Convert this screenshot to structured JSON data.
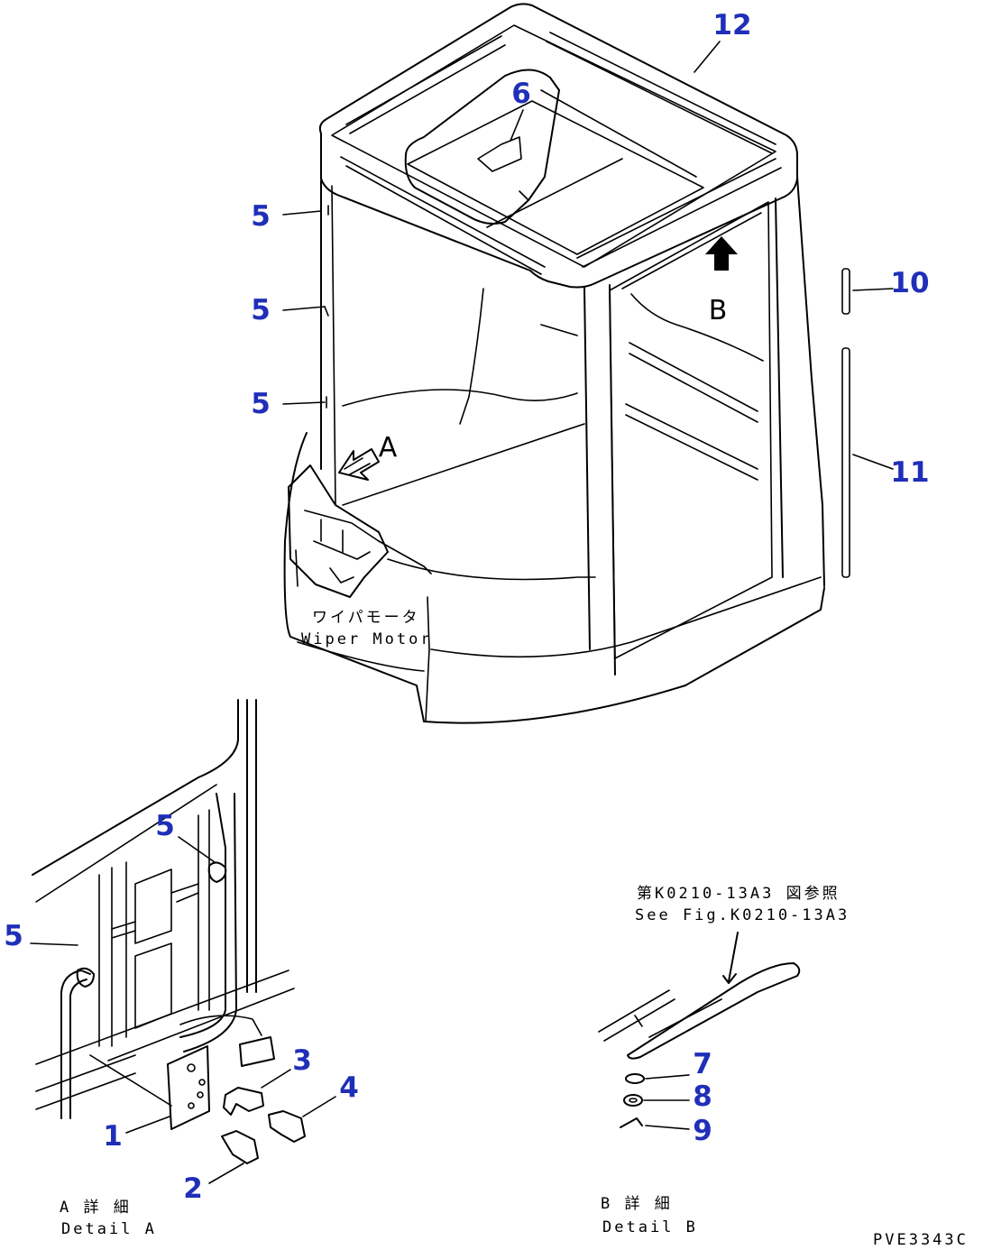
{
  "callouts": {
    "c12": "12",
    "c6": "6",
    "c5a": "5",
    "c5b": "5",
    "c5c": "5",
    "c10": "10",
    "c11": "11",
    "c5d": "5",
    "c5e": "5",
    "c3": "3",
    "c4": "4",
    "c1": "1",
    "c2": "2",
    "c7": "7",
    "c8": "8",
    "c9": "9"
  },
  "view_letters": {
    "a": "A",
    "b": "B"
  },
  "labels": {
    "wiper_jp": "ワイパモータ",
    "wiper_en": "Wiper Motor",
    "ref_jp": "第K0210-13A3 図参照",
    "ref_en": "See Fig.K0210-13A3",
    "detail_a_jp": "A 詳 細",
    "detail_a_en": "Detail A",
    "detail_b_jp": "B 詳 細",
    "detail_b_en": "Detail B",
    "drawing_id": "PVE3343C"
  }
}
